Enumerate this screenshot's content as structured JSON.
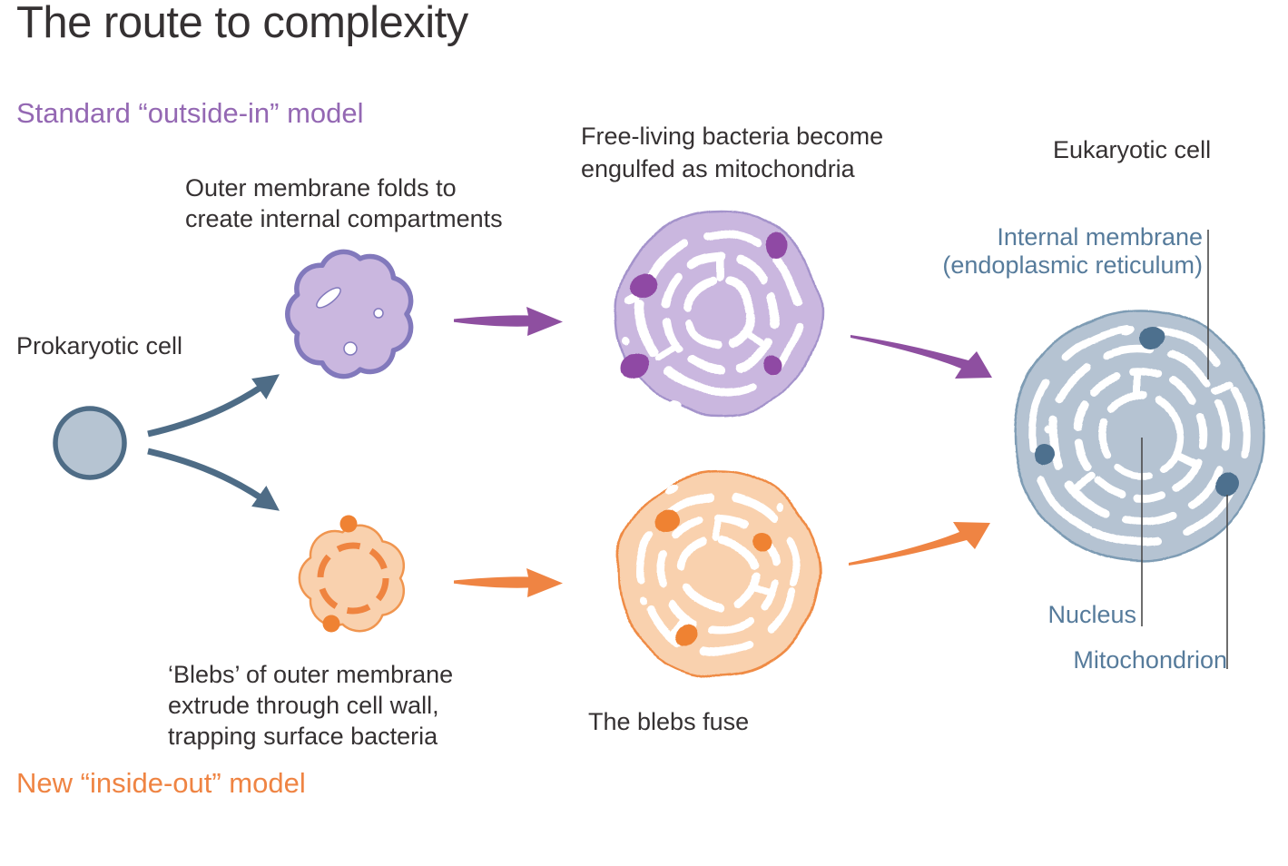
{
  "title": "The route to complexity",
  "headings": {
    "outside_in": "Standard “outside-in” model",
    "inside_out": "New “inside-out” model"
  },
  "annotations": {
    "prokaryotic_cell": "Prokaryotic cell",
    "outer_membrane_lines": [
      "Outer membrane folds to",
      "create internal compartments"
    ],
    "free_living_lines": [
      "Free-living bacteria become",
      "engulfed as mitochondria"
    ],
    "eukaryotic_cell": "Eukaryotic cell",
    "internal_membrane_lines": [
      "Internal membrane",
      "(endoplasmic reticulum)"
    ],
    "blebs_lines": [
      "‘Blebs’ of outer membrane",
      "extrude through cell wall,",
      "trapping surface bacteria"
    ],
    "blebs_fuse": "The blebs fuse",
    "nucleus": "Nucleus",
    "mitochondrion": "Mitochondrion"
  },
  "colors": {
    "text_dark": "#353132",
    "purple_accent": "#9468b3",
    "orange_accent": "#ef8443",
    "steel_label": "#567b9b",
    "slate_arrow": "#4e6c86",
    "prokaryote_fill": "#b6c4d2",
    "prokaryote_stroke": "#4e6c86",
    "purple_cell_fill": "#cab7df",
    "purple_cell_stroke": "#8279bc",
    "purple_arrow": "#8e4fa0",
    "purple_bacteria": "#8f49a4",
    "orange_cell_fill": "#f9d1ae",
    "orange_cell_stroke": "#ef8440",
    "orange_bacteria": "#ef8233",
    "eukaryote_fill": "#b5c3d2",
    "eukaryote_stroke": "#7e9cb4",
    "eukaryote_organelle": "#4d6f8e",
    "leader_line": "#4a4a4a"
  }
}
